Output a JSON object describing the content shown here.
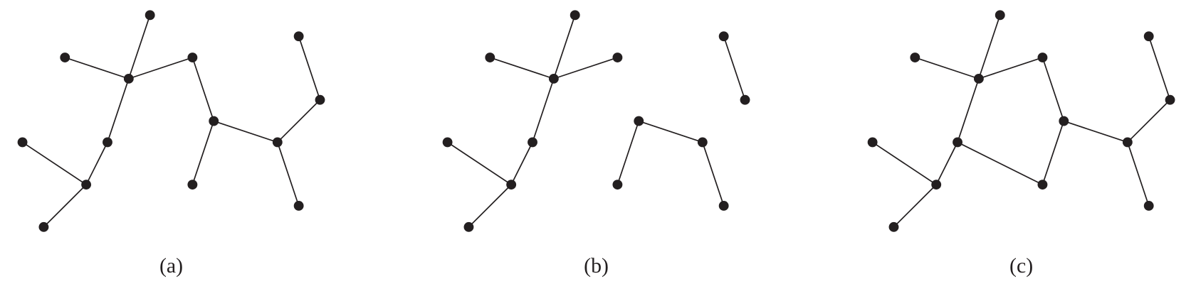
{
  "colors": {
    "ink": "#231f20",
    "background": "#ffffff"
  },
  "panels": [
    {
      "label": "(a)",
      "edges": [
        [
          1,
          3
        ],
        [
          2,
          3
        ],
        [
          3,
          4
        ],
        [
          3,
          5
        ],
        [
          5,
          7
        ],
        [
          6,
          7
        ],
        [
          7,
          8
        ],
        [
          4,
          9
        ],
        [
          9,
          10
        ],
        [
          9,
          11
        ],
        [
          11,
          12
        ],
        [
          12,
          13
        ],
        [
          11,
          14
        ]
      ]
    },
    {
      "label": "(b)",
      "edges": [
        [
          1,
          3
        ],
        [
          2,
          3
        ],
        [
          3,
          4
        ],
        [
          3,
          5
        ],
        [
          5,
          7
        ],
        [
          6,
          7
        ],
        [
          7,
          8
        ],
        [
          9,
          10
        ],
        [
          9,
          11
        ],
        [
          11,
          14
        ],
        [
          12,
          13
        ]
      ]
    },
    {
      "label": "(c)",
      "edges": [
        [
          1,
          3
        ],
        [
          2,
          3
        ],
        [
          3,
          4
        ],
        [
          3,
          5
        ],
        [
          5,
          7
        ],
        [
          6,
          7
        ],
        [
          7,
          8
        ],
        [
          4,
          9
        ],
        [
          9,
          10
        ],
        [
          9,
          11
        ],
        [
          11,
          12
        ],
        [
          12,
          13
        ],
        [
          11,
          14
        ],
        [
          5,
          10
        ]
      ]
    }
  ]
}
